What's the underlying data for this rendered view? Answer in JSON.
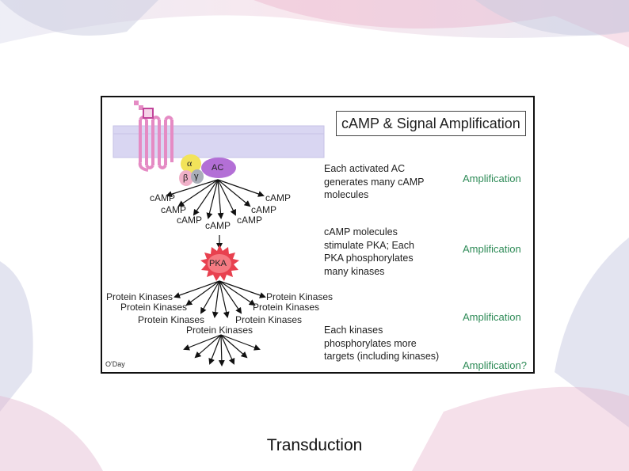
{
  "figure": {
    "title": "cAMP & Signal Amplification",
    "credit": "O'Day",
    "ac_label": "AC",
    "pka_label": "PKA",
    "alpha": "α",
    "beta": "β",
    "gamma": "γ",
    "camp": "cAMP",
    "protein_kinases": "Protein Kinases",
    "descriptions": [
      [
        "Each activated AC",
        "generates many cAMP",
        "molecules"
      ],
      [
        "cAMP molecules",
        "stimulate PKA; Each",
        "PKA phosphorylates",
        "many kinases"
      ],
      [
        "Each kinases",
        "phosphorylates more",
        "targets (including kinases)"
      ]
    ],
    "amplification": [
      "Amplification",
      "Amplification",
      "Amplification",
      "Amplification?"
    ]
  },
  "slide": {
    "caption": "Transduction"
  },
  "colors": {
    "membrane": "#d9d6f2",
    "receptor": "#e58bc4",
    "alpha_subunit": "#f2e35a",
    "beta_subunit": "#f0b0c8",
    "gamma_subunit": "#a9aeb8",
    "adenylyl_cyclase": "#b36fd6",
    "pka": "#e8414f",
    "amplification_text": "#2e8b57"
  }
}
